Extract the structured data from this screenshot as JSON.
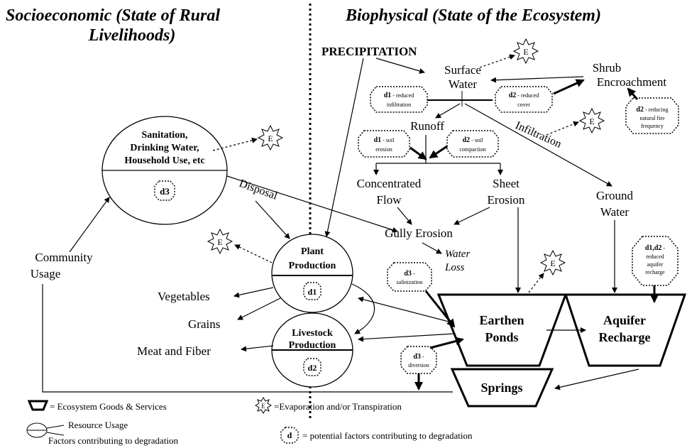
{
  "titles": {
    "left_line1": "Socioeconomic (State of Rural",
    "left_line2": "Livelihoods)",
    "right": "Biophysical (State of the Ecosystem)"
  },
  "nodes": {
    "precipitation": "PRECIPITATION",
    "surface_water_1": "Surface",
    "surface_water_2": "Water",
    "shrub_1": "Shrub",
    "shrub_2": "Encroachment",
    "runoff": "Runoff",
    "infiltration": "Infiltration",
    "concentrated_1": "Concentrated",
    "concentrated_2": "Flow",
    "sheet_1": "Sheet",
    "sheet_2": "Erosion",
    "ground_1": "Ground",
    "ground_2": "Water",
    "gully": "Gully Erosion",
    "water_loss_1": "Water",
    "water_loss_2": "Loss",
    "disposal": "Disposal",
    "community_1": "Community",
    "community_2": "Usage",
    "vegetables": "Vegetables",
    "grains": "Grains",
    "meat": "Meat and Fiber",
    "e": "E"
  },
  "resources": {
    "sanitation_1": "Sanitation,",
    "sanitation_2": "Drinking Water,",
    "sanitation_3": "Household Use, etc",
    "sanitation_code": "d3",
    "plant_1": "Plant",
    "plant_2": "Production",
    "plant_code": "d1",
    "livestock_1": "Livestock",
    "livestock_2": "Production",
    "livestock_code": "d2"
  },
  "goods": {
    "ponds_1": "Earthen",
    "ponds_2": "Ponds",
    "aquifer_1": "Aquifer",
    "aquifer_2": "Recharge",
    "springs": "Springs"
  },
  "factors": {
    "f1_code": "d1",
    "f1_text_1": " - reduced",
    "f1_text_2": "infiltration",
    "f2_code": "d2",
    "f2_text_1": " - reduced",
    "f2_text_2": "cover",
    "f3_code": "d2",
    "f3_text_1": " - reducing",
    "f3_text_2": "natural fire",
    "f3_text_3": "frequency",
    "f4_code": "d1",
    "f4_text_1": " - soil",
    "f4_text_2": "erosion",
    "f5_code": "d2",
    "f5_text_1": " - soil",
    "f5_text_2": "compaction",
    "f6_code": "d3",
    "f6_text_1": " -",
    "f6_text_2": "salinization",
    "f7_code": "d1,d2",
    "f7_text_1": " -",
    "f7_text_2": "reduced",
    "f7_text_3": "aquifer",
    "f7_text_4": "recharge",
    "f8_code": "d3",
    "f8_text_1": " -",
    "f8_text_2": "diversion"
  },
  "legend": {
    "goods": "= Ecosystem Goods & Services",
    "evaporation": "=Evaporation and/or Transpiration",
    "resource_usage": "Resource Usage",
    "factors_degradation": "Factors contributing to degradation",
    "d_symbol": "d",
    "potential": "= potential factors contributing to degradation"
  }
}
